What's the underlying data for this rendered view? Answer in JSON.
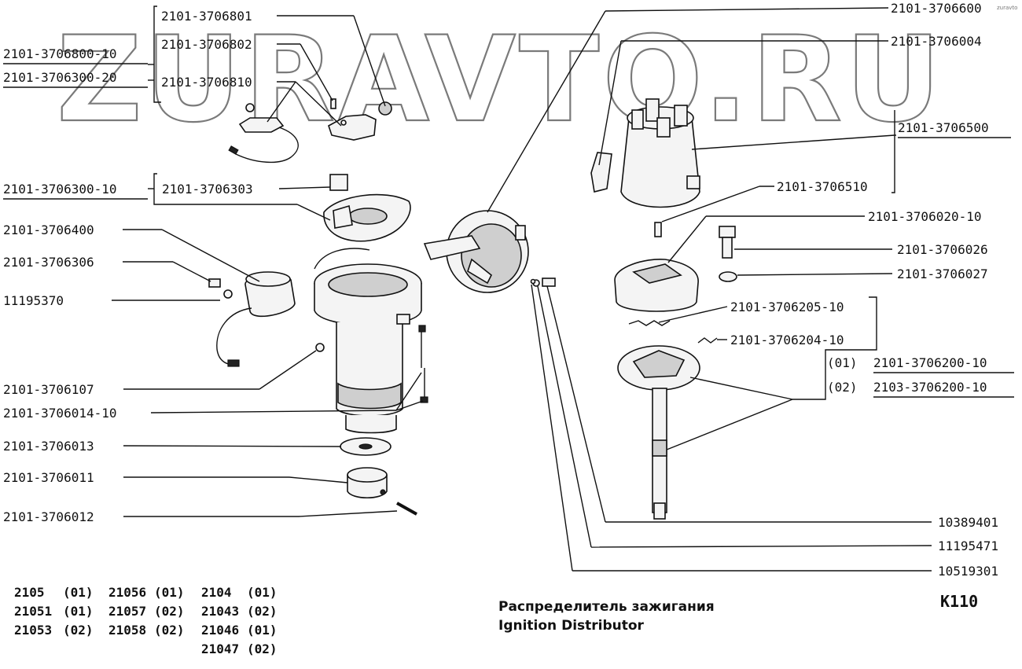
{
  "watermark": "ZURAVTO.RU",
  "corner_mark": "zuravto",
  "title_ru": "Распределитель зажигания",
  "title_en": "Ignition Distributor",
  "page_code": "K110",
  "parts": {
    "p3706801": "2101-3706801",
    "p3706802": "2101-3706802",
    "p3706810": "2101-3706810",
    "p3706800_10": "2101-3706800-10",
    "p3706300_20": "2101-3706300-20",
    "p3706300_10": "2101-3706300-10",
    "p3706303": "2101-3706303",
    "p3706400": "2101-3706400",
    "p3706306": "2101-3706306",
    "p11195370": "11195370",
    "p3706107": "2101-3706107",
    "p3706014_10": "2101-3706014-10",
    "p3706013": "2101-3706013",
    "p3706011": "2101-3706011",
    "p3706012": "2101-3706012",
    "p3706600": "2101-3706600",
    "p3706004": "2101-3706004",
    "p3706500": "2101-3706500",
    "p3706510": "2101-3706510",
    "p3706020_10": "2101-3706020-10",
    "p3706026": "2101-3706026",
    "p3706027": "2101-3706027",
    "p3706205_10": "2101-3706205-10",
    "p3706204_10": "2101-3706204-10",
    "v01_label": "(01)",
    "v01_part": "2101-3706200-10",
    "v02_label": "(02)",
    "v02_part": "2103-3706200-10",
    "p10389401": "10389401",
    "p11195471": "11195471",
    "p10519301": "10519301"
  },
  "models": [
    {
      "model": "2105",
      "variant": "(01)"
    },
    {
      "model": "21051",
      "variant": "(01)"
    },
    {
      "model": "21053",
      "variant": "(02)"
    },
    {
      "model": "21056",
      "variant": "(01)"
    },
    {
      "model": "21057",
      "variant": "(02)"
    },
    {
      "model": "21058",
      "variant": "(02)"
    },
    {
      "model": "2104",
      "variant": "(01)"
    },
    {
      "model": "21043",
      "variant": "(02)"
    },
    {
      "model": "21046",
      "variant": "(01)"
    },
    {
      "model": "21047",
      "variant": "(02)"
    }
  ]
}
